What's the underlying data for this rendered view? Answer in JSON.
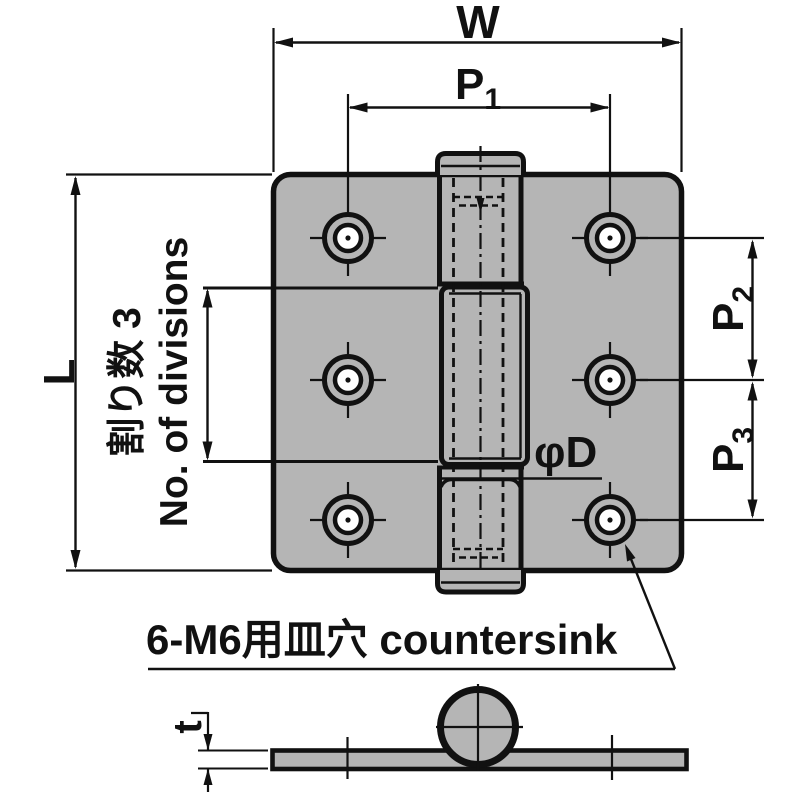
{
  "drawing": {
    "type": "hinge-dimension-drawing",
    "views": [
      "front-view",
      "bottom-profile-view"
    ],
    "hole_count": 6,
    "knuckle_divisions": 3,
    "colors": {
      "background": "#ffffff",
      "plate_fill": "#b5b5b5",
      "line": "#111111"
    }
  },
  "labels": {
    "width": "W",
    "pitch_main": "P",
    "pitch1_sub": "1",
    "pitch2_sub": "2",
    "pitch3_sub": "3",
    "length": "L",
    "divisions_jp": "割り数 3",
    "divisions_en": "No. of divisions",
    "pin_diameter": "φD",
    "countersink_note": "6-M6用皿穴 countersink",
    "thickness": "t"
  }
}
